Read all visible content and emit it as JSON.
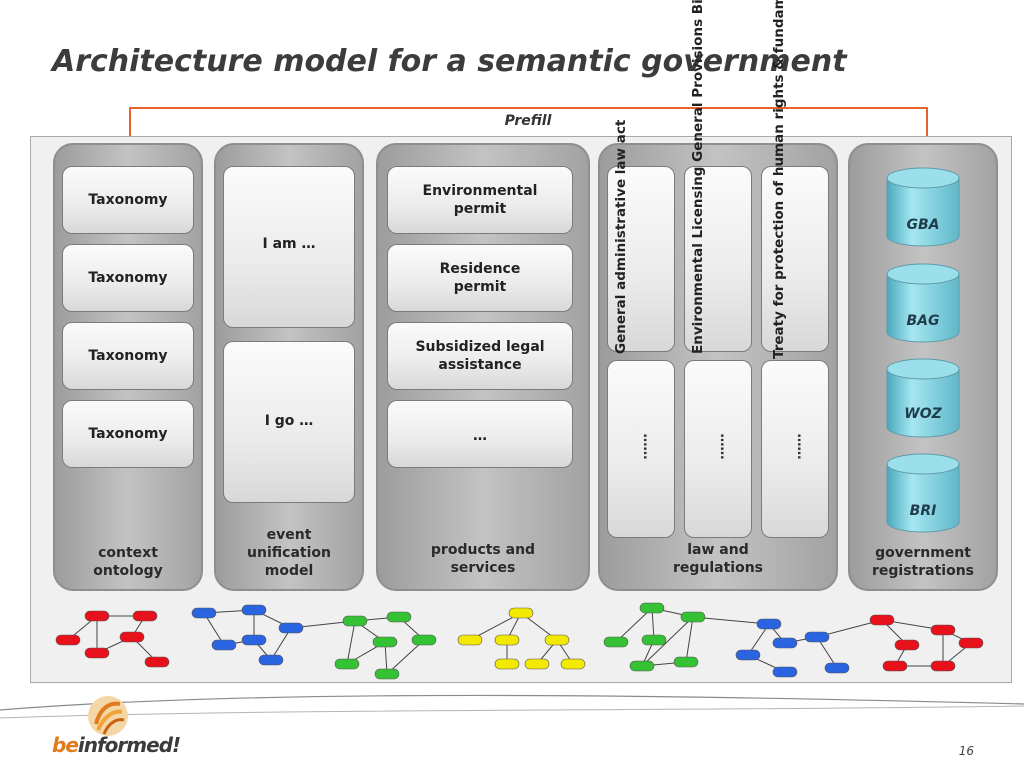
{
  "title": "Architecture model for a semantic government",
  "prefill_label": "Prefill",
  "columns": {
    "context": {
      "label": "context ontology",
      "items": [
        "Taxonomy",
        "Taxonomy",
        "Taxonomy",
        "Taxonomy"
      ]
    },
    "event": {
      "label": "event unification model",
      "items": [
        "I am …",
        "I go …"
      ]
    },
    "products": {
      "label": "products and services",
      "items": [
        "Environmental permit",
        "Residence permit",
        "Subsidized legal assistance",
        "…"
      ]
    },
    "law": {
      "label": "law and regulations",
      "items": [
        "General administrative law act",
        "Environmental Licensing General Provisions Bill",
        "Treaty for protection of human rights & fundamental freedoms"
      ],
      "ellipsis": "……"
    },
    "registrations": {
      "label": "government registrations",
      "databases": [
        "GBA",
        "BAG",
        "WOZ",
        "BRI"
      ]
    }
  },
  "page_number": "16",
  "logo": {
    "prefix": "be",
    "suffix": "informed!"
  },
  "colors": {
    "arrow": "#e8622a",
    "node_red": "#e8101a",
    "node_blue": "#2a64e0",
    "node_green": "#34c234",
    "node_yellow": "#f2e800",
    "database": "#7ccddd"
  }
}
